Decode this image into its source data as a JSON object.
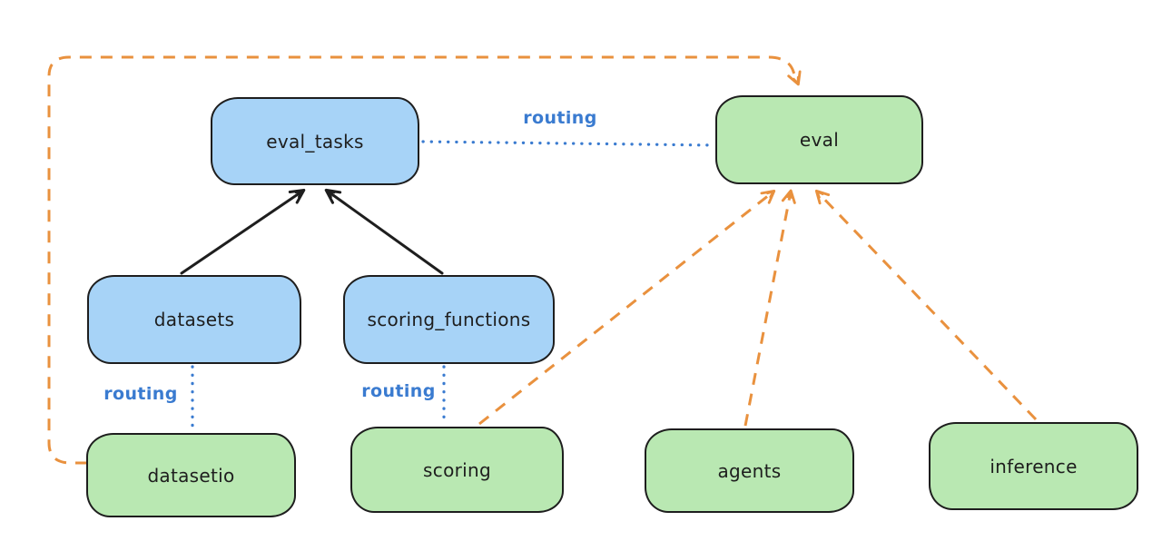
{
  "diagram": {
    "colors": {
      "stroke": "#1e1e1e",
      "blue_fill": "#a7d3f7",
      "green_fill": "#b9e8b2",
      "routing_blue": "#3a7bd0",
      "orange": "#e9913e",
      "background": "#ffffff"
    },
    "nodes": {
      "eval_tasks": {
        "label": "eval_tasks",
        "fill": "blue"
      },
      "datasets": {
        "label": "datasets",
        "fill": "blue"
      },
      "scoring_functions": {
        "label": "scoring_functions",
        "fill": "blue"
      },
      "eval": {
        "label": "eval",
        "fill": "green"
      },
      "datasetio": {
        "label": "datasetio",
        "fill": "green"
      },
      "scoring": {
        "label": "scoring",
        "fill": "green"
      },
      "agents": {
        "label": "agents",
        "fill": "green"
      },
      "inference": {
        "label": "inference",
        "fill": "green"
      }
    },
    "routing_labels": [
      "routing",
      "routing",
      "routing"
    ],
    "edges": [
      {
        "from": "datasets",
        "to": "eval_tasks",
        "style": "solid",
        "color": "black",
        "arrow": true
      },
      {
        "from": "scoring_functions",
        "to": "eval_tasks",
        "style": "solid",
        "color": "black",
        "arrow": true
      },
      {
        "from": "eval_tasks",
        "to": "eval",
        "style": "dotted",
        "color": "blue",
        "arrow": false,
        "label": "routing"
      },
      {
        "from": "datasets",
        "to": "datasetio",
        "style": "dotted",
        "color": "blue",
        "arrow": false,
        "label": "routing"
      },
      {
        "from": "scoring_functions",
        "to": "scoring",
        "style": "dotted",
        "color": "blue",
        "arrow": false,
        "label": "routing"
      },
      {
        "from": "datasetio",
        "to": "eval",
        "style": "dashed",
        "color": "orange",
        "arrow": true
      },
      {
        "from": "scoring",
        "to": "eval",
        "style": "dashed",
        "color": "orange",
        "arrow": true
      },
      {
        "from": "agents",
        "to": "eval",
        "style": "dashed",
        "color": "orange",
        "arrow": true
      },
      {
        "from": "inference",
        "to": "eval",
        "style": "dashed",
        "color": "orange",
        "arrow": true
      }
    ]
  }
}
